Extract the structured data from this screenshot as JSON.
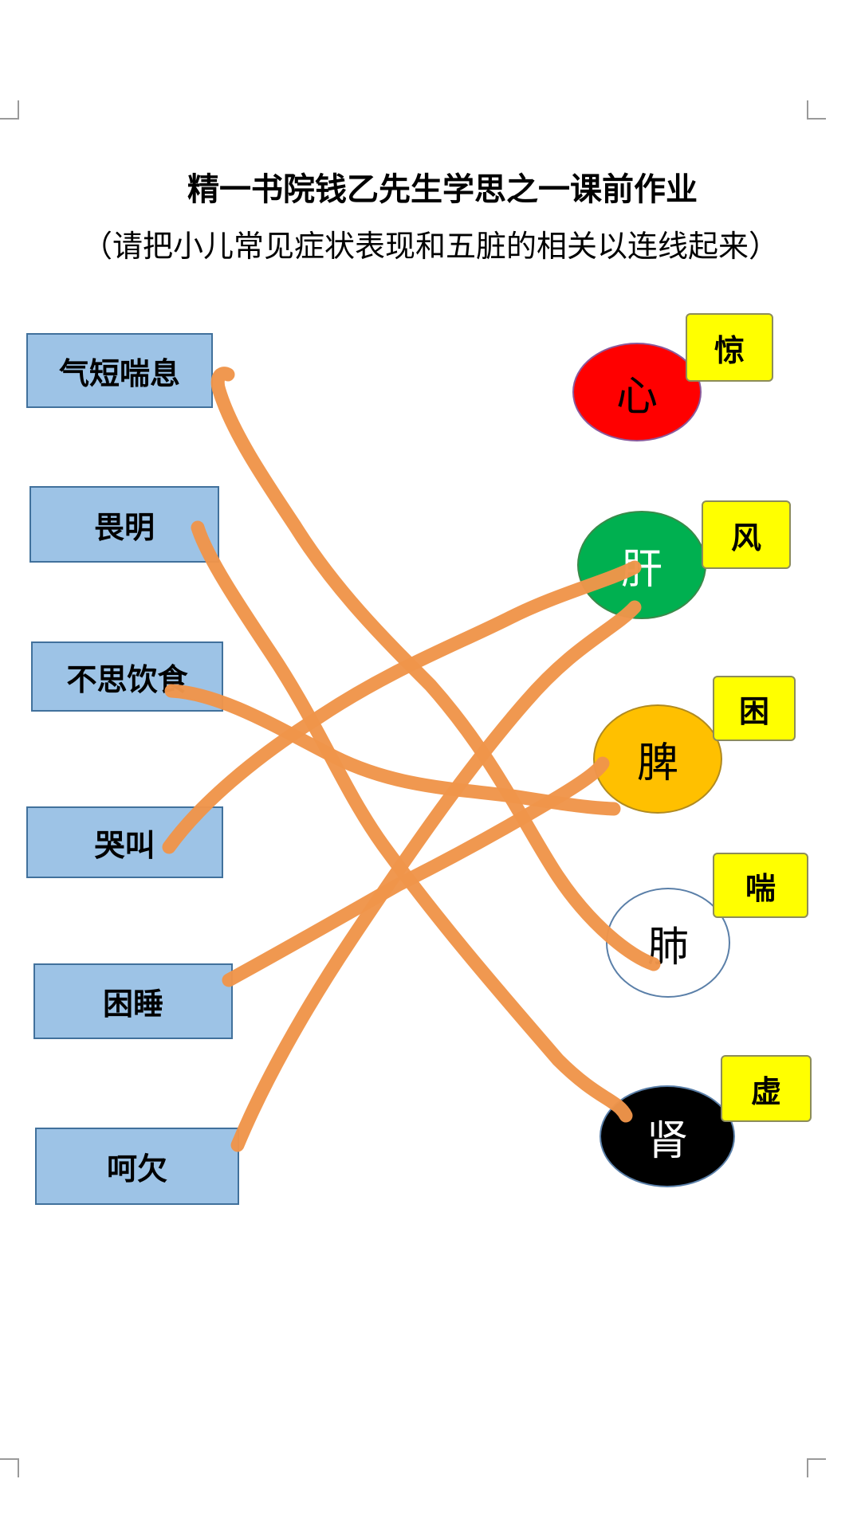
{
  "page": {
    "title": "精一书院钱乙先生学思之一课前作业",
    "subtitle": "（请把小儿常见症状表现和五脏的相关以连线起来）"
  },
  "symptoms": [
    {
      "label": "气短喘息"
    },
    {
      "label": "畏明"
    },
    {
      "label": "不思饮食"
    },
    {
      "label": "哭叫"
    },
    {
      "label": "困睡"
    },
    {
      "label": "呵欠"
    }
  ],
  "organs": [
    {
      "label": "心",
      "tag": "惊",
      "color": "#ff0000",
      "text_color": "#000000"
    },
    {
      "label": "肝",
      "tag": "风",
      "color": "#00b050",
      "text_color": "#ffffff"
    },
    {
      "label": "脾",
      "tag": "困",
      "color": "#ffc000",
      "text_color": "#000000"
    },
    {
      "label": "肺",
      "tag": "喘",
      "color": "#ffffff",
      "text_color": "#000000"
    },
    {
      "label": "肾",
      "tag": "虚",
      "color": "#000000",
      "text_color": "#ffffff"
    }
  ],
  "connections": [
    {
      "from": "气短喘息",
      "to": "肺"
    },
    {
      "from": "畏明",
      "to": "肾"
    },
    {
      "from": "不思饮食",
      "to": "脾"
    },
    {
      "from": "哭叫",
      "to": "肝"
    },
    {
      "from": "困睡",
      "to": "脾"
    },
    {
      "from": "呵欠",
      "to": "肝"
    }
  ],
  "colors": {
    "symptom_fill": "#9dc3e6",
    "tag_fill": "#ffff00",
    "line": "#f0954a"
  }
}
